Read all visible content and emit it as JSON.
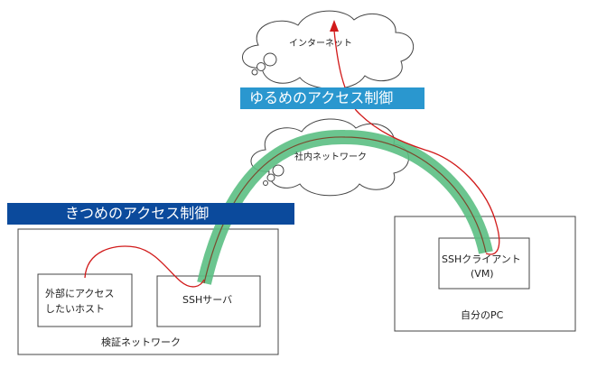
{
  "labels": {
    "internet": "インターネット",
    "corporate_network": "社内ネットワーク",
    "external_host_line1": "外部にアクセス",
    "external_host_line2": "したいホスト",
    "ssh_server": "SSHサーバ",
    "verification_network": "検証ネットワーク",
    "ssh_client_line1": "SSHクライアント",
    "ssh_client_line2": "(VM)",
    "my_pc": "自分のPC",
    "loose_access": "ゆるめのアクセス制御",
    "strict_access": "きつめのアクセス制御"
  },
  "colors": {
    "loose_banner": "#2a97cf",
    "strict_banner": "#0b4a9c",
    "tunnel": "#5bbf83",
    "tunnel_core": "#7a4a2e",
    "traffic": "#d11a1a"
  }
}
